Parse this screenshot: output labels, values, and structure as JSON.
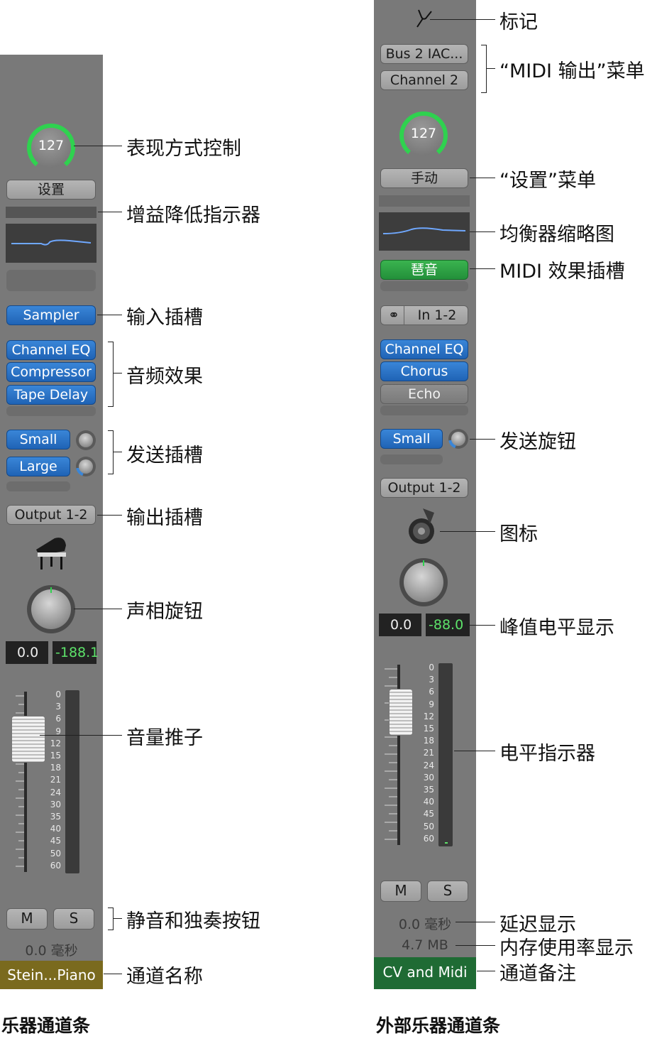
{
  "instrument_strip": {
    "velocity": "127",
    "settings": "设置",
    "input": "Sampler",
    "audio_fx": [
      "Channel EQ",
      "Compressor",
      "Tape Delay"
    ],
    "sends": [
      "Small",
      "Large"
    ],
    "output": "Output 1-2",
    "volume": "0.0",
    "peak": "-188.1",
    "scale": [
      "0",
      "3",
      "6",
      "9",
      "12",
      "15",
      "18",
      "21",
      "24",
      "30",
      "35",
      "40",
      "45",
      "50",
      "60"
    ],
    "mute": "M",
    "solo": "S",
    "latency": "0.0 毫秒",
    "name": "Stein...Piano",
    "caption": "乐器通道条",
    "name_color": "#7a6a1e"
  },
  "external_strip": {
    "midi_out": [
      "Bus 2 IAC...",
      "Channel 2"
    ],
    "velocity": "127",
    "settings": "手动",
    "midi_fx": "琶音",
    "input": "In 1-2",
    "audio_fx": [
      "Channel EQ",
      "Chorus",
      "Echo"
    ],
    "sends": [
      "Small"
    ],
    "output": "Output 1-2",
    "volume": "0.0",
    "peak": "-88.0",
    "scale": [
      "0",
      "3",
      "6",
      "9",
      "12",
      "15",
      "18",
      "21",
      "24",
      "30",
      "35",
      "40",
      "45",
      "50",
      "60"
    ],
    "mute": "M",
    "solo": "S",
    "latency": "0.0 毫秒",
    "memory": "4.7 MB",
    "name": "CV and Midi",
    "caption": "外部乐器通道条",
    "name_color": "#1f6b34"
  },
  "callouts_left": [
    "表现方式控制",
    "增益降低指示器",
    "输入插槽",
    "音频效果",
    "发送插槽",
    "输出插槽",
    "声相旋钮",
    "音量推子",
    "静音和独奏按钮",
    "通道名称"
  ],
  "callouts_right": [
    "标记",
    "“MIDI 输出”菜单",
    "“设置”菜单",
    "均衡器缩略图",
    "MIDI 效果插槽",
    "发送旋钮",
    "图标",
    "峰值电平显示",
    "电平指示器",
    "延迟显示",
    "内存使用率显示",
    "通道备注"
  ],
  "colors": {
    "knob_ring": "#2fd24f",
    "peak_text": "#5de36a",
    "slot_blue": "#2a74c9",
    "slot_green": "#2aa444"
  }
}
